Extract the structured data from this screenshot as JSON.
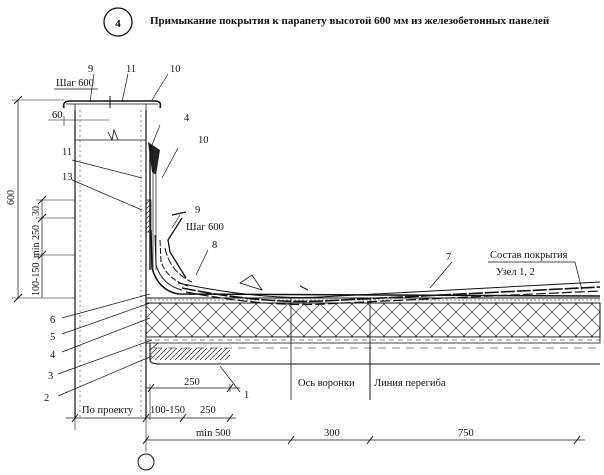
{
  "node_number": "4",
  "title": "Примыкание покрытия к парапету высотой 600 мм из железобетонных панелей",
  "callouts": {
    "c1": "1",
    "c2": "2",
    "c3": "3",
    "c4a": "4",
    "c4b": "4",
    "c5": "5",
    "c6": "6",
    "c7": "7",
    "c8": "8",
    "c9a": "9",
    "c9b": "9",
    "c10a": "10",
    "c10b": "10",
    "c11a": "11",
    "c11b": "11",
    "c13": "13"
  },
  "notes": {
    "step_top": "Шаг 600",
    "step_mid": "Шаг 600",
    "roof_composition": "Состав покрытия",
    "node_ref": "Узел 1, 2",
    "funnel_axis": "Ось воронки",
    "fold_line": "Линия перегиба"
  },
  "dimensions": {
    "d60": "60",
    "d600": "600",
    "d30": "30",
    "dmin250": "min 250",
    "d100_150_v": "100-150",
    "d250_a": "250",
    "d_project": "По проекту",
    "d100_150_h": "100-150",
    "d250_b": "250",
    "dmin500": "min 500",
    "d300": "300",
    "d750": "750"
  }
}
